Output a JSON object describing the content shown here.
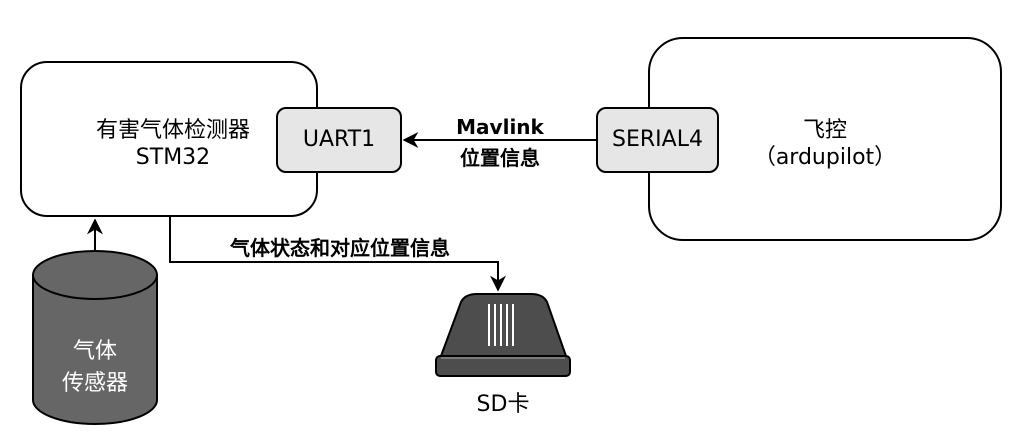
{
  "stm32_box": {
    "line1": "有害气体检测器",
    "line2": "STM32"
  },
  "uart_port": {
    "label": "UART1"
  },
  "serial_port": {
    "label": "SERIAL4"
  },
  "fc_box": {
    "line1": "飞控",
    "line2": "（ardupilot）"
  },
  "mavlink_link": {
    "line1": "Mavlink",
    "line2": "位置信息"
  },
  "log_link": {
    "label": "气体状态和对应位置信息"
  },
  "gas_sensor": {
    "line1": "气体",
    "line2": "传感器"
  },
  "sd_card": {
    "label": "SD卡"
  },
  "colors": {
    "port_fill": "#e6e6e6",
    "sensor_fill": "#666666",
    "sd_fill": "#4d4d4d",
    "stroke": "#000000"
  }
}
